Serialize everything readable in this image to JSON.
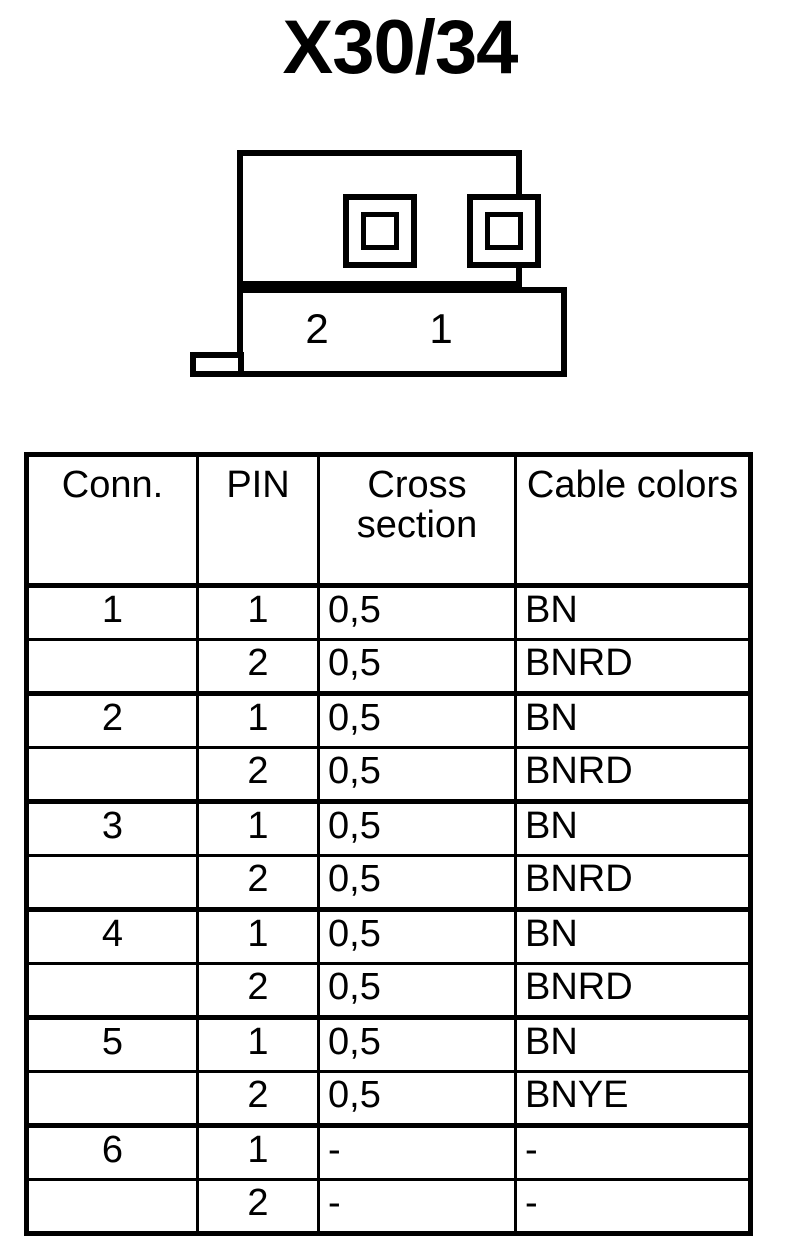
{
  "title": "X30/34",
  "connector": {
    "pin_labels": [
      "2",
      "1"
    ],
    "socket_count": 2
  },
  "table": {
    "headers": {
      "conn": "Conn.",
      "pin": "PIN",
      "cross_section": "Cross section",
      "cable_colors": "Cable colors"
    },
    "rows": [
      {
        "conn": "1",
        "pin": "1",
        "cross_section": "0,5",
        "cable_colors": "BN",
        "group_start": true
      },
      {
        "conn": "",
        "pin": "2",
        "cross_section": "0,5",
        "cable_colors": "BNRD",
        "group_start": false
      },
      {
        "conn": "2",
        "pin": "1",
        "cross_section": "0,5",
        "cable_colors": "BN",
        "group_start": true
      },
      {
        "conn": "",
        "pin": "2",
        "cross_section": "0,5",
        "cable_colors": "BNRD",
        "group_start": false
      },
      {
        "conn": "3",
        "pin": "1",
        "cross_section": "0,5",
        "cable_colors": "BN",
        "group_start": true
      },
      {
        "conn": "",
        "pin": "2",
        "cross_section": "0,5",
        "cable_colors": "BNRD",
        "group_start": false
      },
      {
        "conn": "4",
        "pin": "1",
        "cross_section": "0,5",
        "cable_colors": "BN",
        "group_start": true
      },
      {
        "conn": "",
        "pin": "2",
        "cross_section": "0,5",
        "cable_colors": "BNRD",
        "group_start": false
      },
      {
        "conn": "5",
        "pin": "1",
        "cross_section": "0,5",
        "cable_colors": "BN",
        "group_start": true
      },
      {
        "conn": "",
        "pin": "2",
        "cross_section": "0,5",
        "cable_colors": "BNYE",
        "group_start": false
      },
      {
        "conn": "6",
        "pin": "1",
        "cross_section": "-",
        "cable_colors": "-",
        "group_start": true
      },
      {
        "conn": "",
        "pin": "2",
        "cross_section": "-",
        "cable_colors": "-",
        "group_start": false
      }
    ]
  },
  "colors": {
    "ink": "#000000",
    "paper": "#ffffff"
  }
}
